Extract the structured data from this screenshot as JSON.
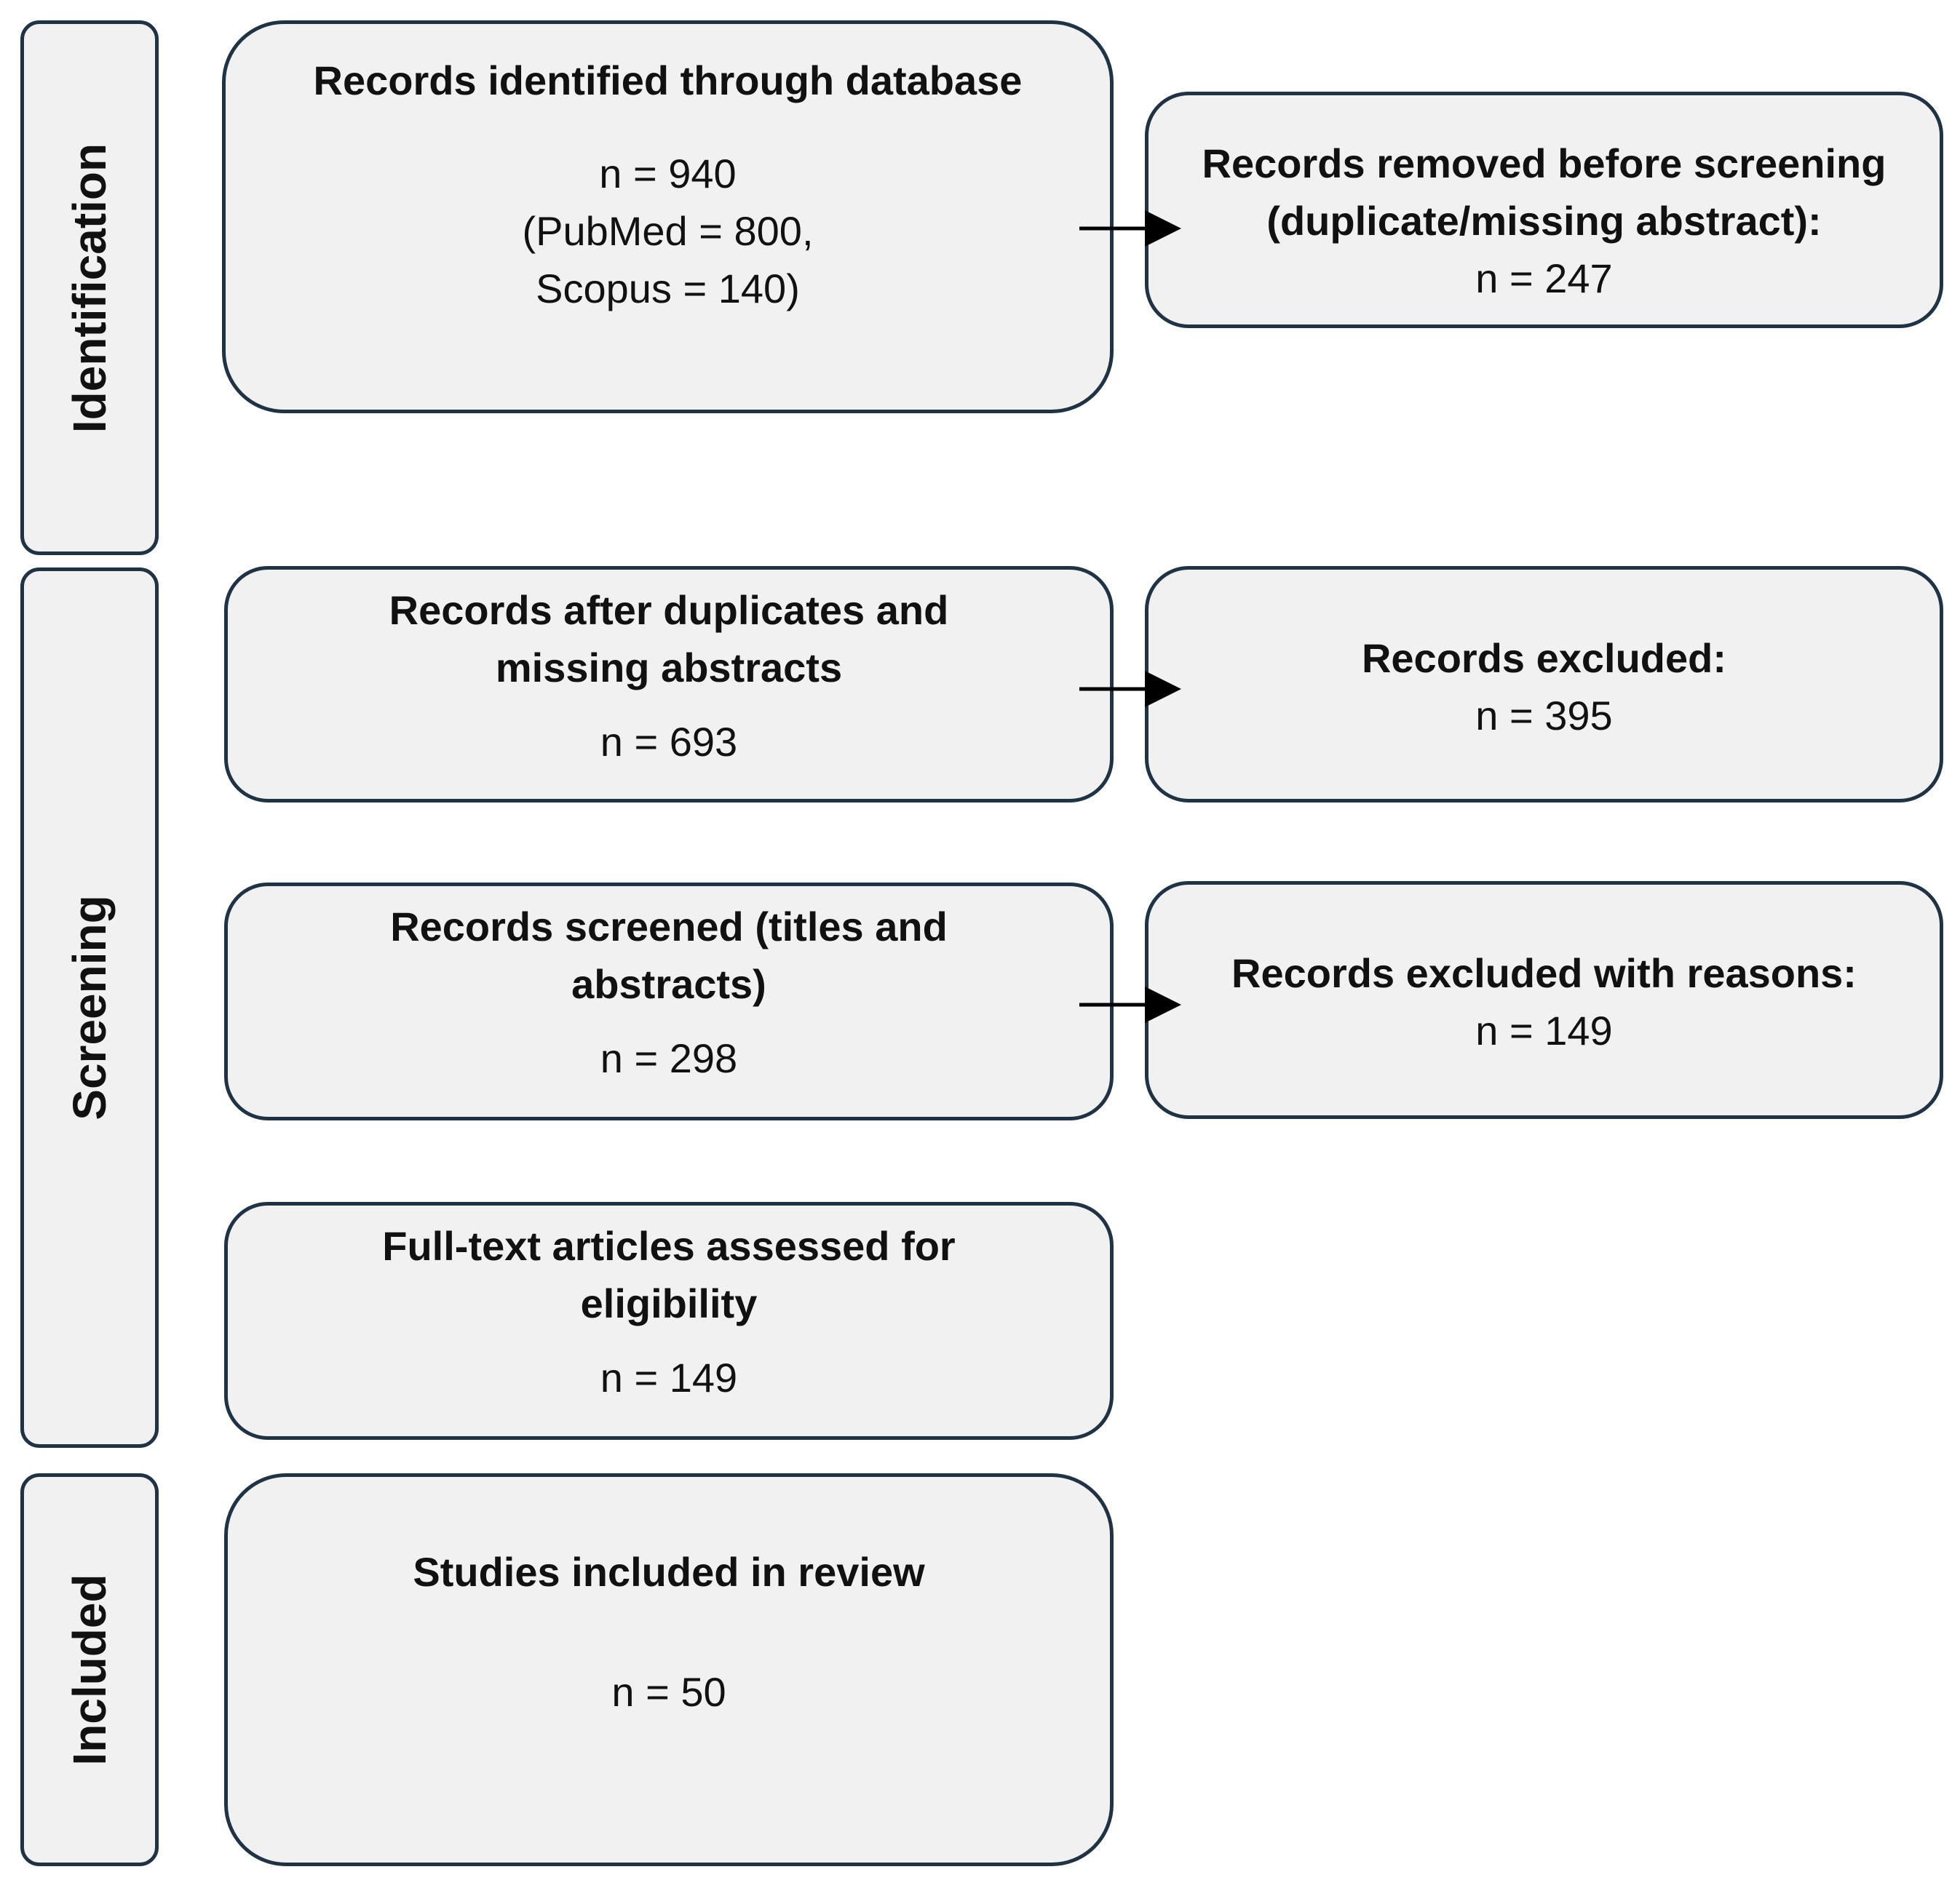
{
  "phases": {
    "identification": "Identification",
    "screening": "Screening",
    "included": "Included"
  },
  "boxes": {
    "identified": {
      "title": "Records identified through database",
      "count": "n = 940",
      "detail_1": "(PubMed = 800,",
      "detail_2": "Scopus = 140)"
    },
    "removed": {
      "title_1": "Records removed before screening",
      "title_2": "(duplicate/missing abstract):",
      "count": "n = 247"
    },
    "after_duplicates": {
      "title_1": "Records after duplicates and",
      "title_2": "missing abstracts",
      "count": "n = 693"
    },
    "excluded": {
      "title": "Records excluded:",
      "count": "n = 395"
    },
    "screened": {
      "title_1": "Records screened (titles and",
      "title_2": "abstracts)",
      "count": "n = 298"
    },
    "excluded_reasons": {
      "title": "Records excluded with reasons:",
      "count": "n = 149"
    },
    "full_text": {
      "title_1": "Full-text articles assessed for",
      "title_2": "eligibility",
      "count": "n = 149"
    },
    "included": {
      "title": "Studies included in review",
      "count": "n = 50"
    }
  },
  "colors": {
    "box_fill": "#f1f1f1",
    "box_border": "#1f3344",
    "arrow": "#000000",
    "text": "#111111"
  }
}
